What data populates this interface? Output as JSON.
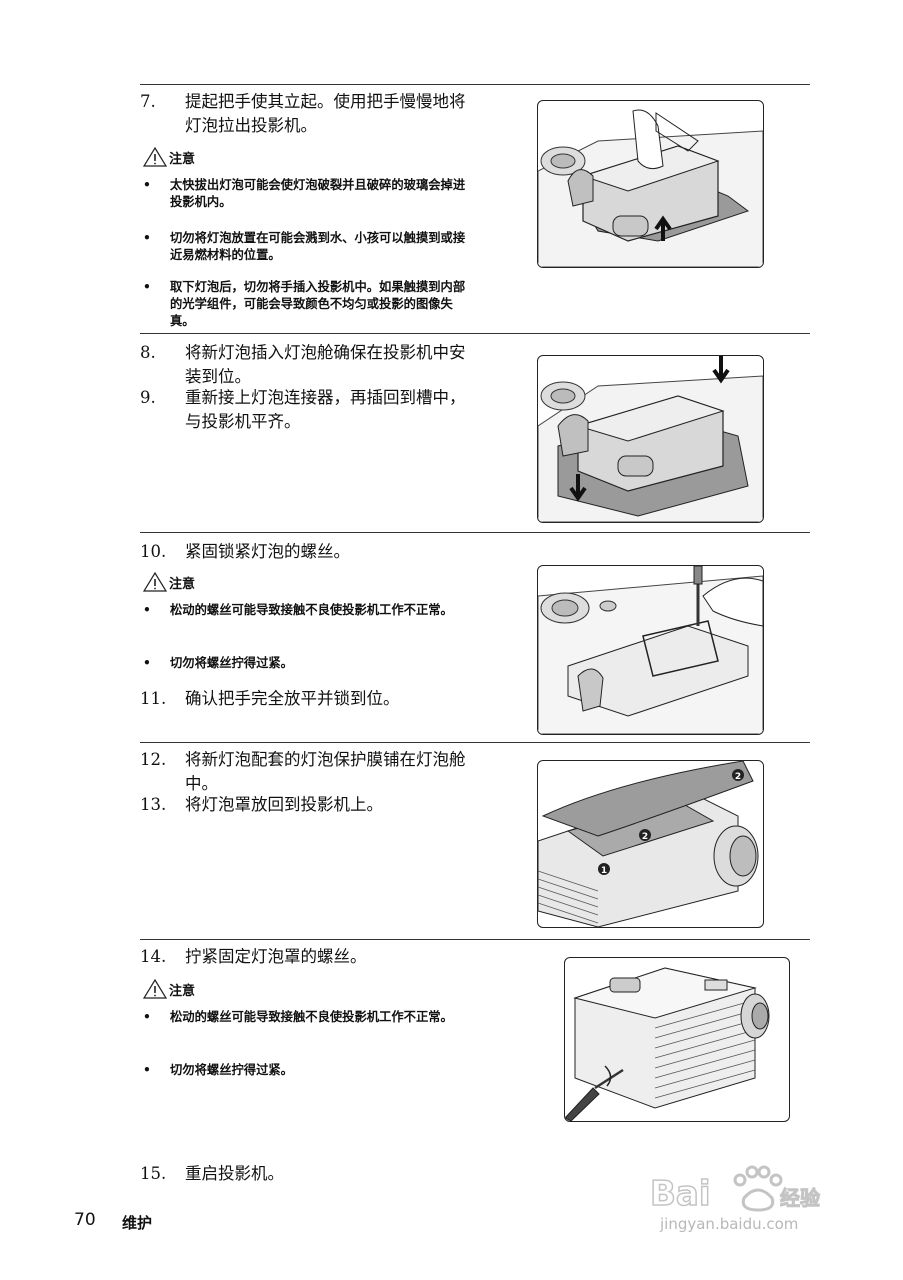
{
  "note_label": "注意",
  "steps": {
    "s7": {
      "num": "7.",
      "text": "提起把手使其立起。使用把手慢慢地将灯泡拉出投影机。"
    },
    "s8": {
      "num": "8.",
      "text": "将新灯泡插入灯泡舱确保在投影机中安装到位。"
    },
    "s9": {
      "num": "9.",
      "text": "重新接上灯泡连接器，再插回到槽中，与投影机平齐。"
    },
    "s10": {
      "num": "10.",
      "text": "紧固锁紧灯泡的螺丝。"
    },
    "s11": {
      "num": "11.",
      "text": "确认把手完全放平并锁到位。"
    },
    "s12": {
      "num": "12.",
      "text": "将新灯泡配套的灯泡保护膜铺在灯泡舱中。"
    },
    "s13": {
      "num": "13.",
      "text": "将灯泡罩放回到投影机上。"
    },
    "s14": {
      "num": "14.",
      "text": "拧紧固定灯泡罩的螺丝。"
    },
    "s15": {
      "num": "15.",
      "text": "重启投影机。"
    }
  },
  "notes": {
    "n1": [
      "太快拔出灯泡可能会使灯泡破裂并且破碎的玻璃会掉进投影机内。",
      "切勿将灯泡放置在可能会溅到水、小孩可以触摸到或接近易燃材料的位置。",
      "取下灯泡后，切勿将手插入投影机中。如果触摸到内部的光学组件，可能会导致颜色不均匀或投影的图像失真。"
    ],
    "n2": [
      "松动的螺丝可能导致接触不良使投影机工作不正常。",
      "切勿将螺丝拧得过紧。"
    ],
    "n3": [
      "松动的螺丝可能导致接触不良使投影机工作不正常。",
      "切勿将螺丝拧得过紧。"
    ]
  },
  "bullet_char": "•",
  "figure_markers": {
    "one": "1",
    "two": "2"
  },
  "footer": {
    "page_number": "70",
    "section": "维护"
  },
  "watermark": {
    "logo": "Bai du 经验",
    "url": "jingyan.baidu.com"
  }
}
